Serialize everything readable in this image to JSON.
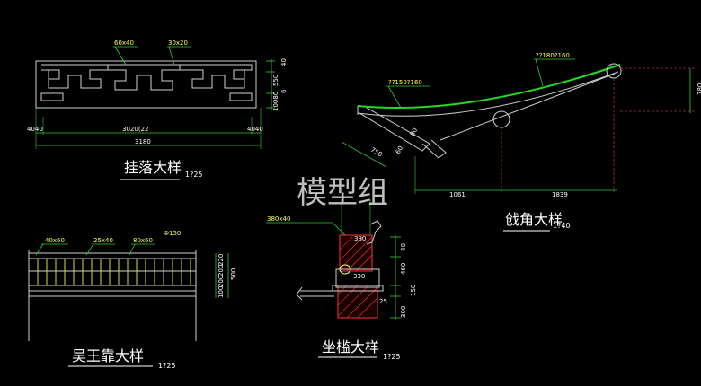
{
  "watermark": "模型组",
  "hanging": {
    "title": "挂落大样",
    "scale": "1?25",
    "top_dims": [
      "60x40",
      "30x20"
    ],
    "bottom_dims": [
      "4040",
      "3020(22",
      "4040"
    ],
    "total": "3180",
    "side_dims": [
      "40",
      "550",
      "10080",
      "6"
    ]
  },
  "roofcorner": {
    "title": "戗角大样",
    "scale": "1?40",
    "labels": [
      "??150?160",
      "??180?160"
    ],
    "dims": [
      "750",
      "60",
      "80",
      "1061",
      "1839",
      "780"
    ]
  },
  "seat": {
    "title": "坐槛大样",
    "scale": "1?25",
    "labels": [
      "380x40",
      "380",
      "330"
    ],
    "dims": [
      "40",
      "460",
      "150",
      "300",
      "25"
    ]
  },
  "railing": {
    "title": "吴王靠大样",
    "scale": "1?25",
    "labels": [
      "40x60",
      "25x40",
      "80x60",
      "Ф150"
    ],
    "dims": [
      "200",
      "220",
      "500",
      "100",
      "200"
    ]
  }
}
